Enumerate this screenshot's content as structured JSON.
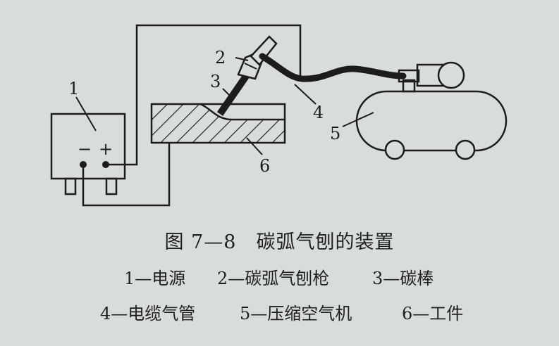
{
  "diagram": {
    "part_numbers": {
      "p1": "1",
      "p2": "2",
      "p3": "3",
      "p4": "4",
      "p5": "5",
      "p6": "6"
    },
    "terminals": {
      "minus": "−",
      "plus": "+"
    }
  },
  "caption": {
    "title": "图 7—8　碳弧气刨的装置",
    "legend": [
      "1—电源",
      "2—碳弧气刨枪",
      "3—碳棒",
      "4—电缆气管",
      "5—压缩空气机",
      "6—工件"
    ]
  }
}
